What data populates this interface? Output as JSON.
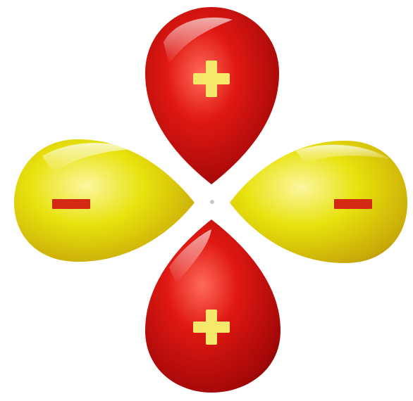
{
  "diagram": {
    "lobes": [
      {
        "id": "top",
        "sign": "+",
        "color": "red"
      },
      {
        "id": "bottom",
        "sign": "+",
        "color": "red"
      },
      {
        "id": "left",
        "sign": "-",
        "color": "yellow"
      },
      {
        "id": "right",
        "sign": "-",
        "color": "yellow"
      }
    ],
    "colors": {
      "red_light": "#ff6a5a",
      "red_mid": "#e01812",
      "red_dark": "#8c0606",
      "yellow_light": "#fbf7a0",
      "yellow_mid": "#e8e20c",
      "yellow_dark": "#b59008",
      "plus_sign": "#f5e86a",
      "minus_sign": "#d42a14",
      "background": "#ffffff"
    }
  }
}
